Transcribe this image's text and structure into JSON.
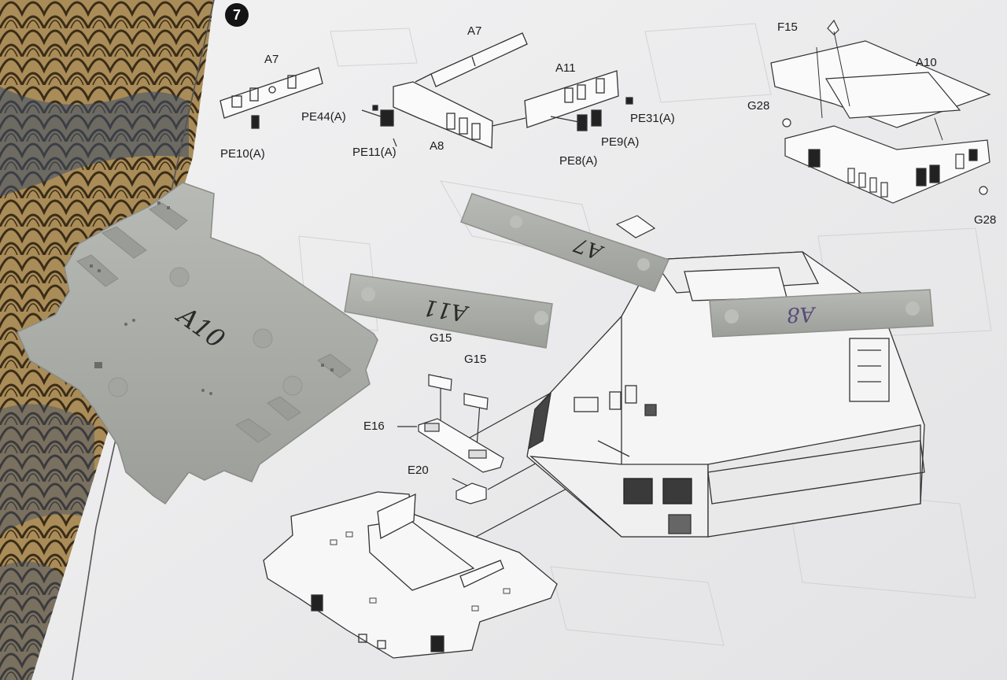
{
  "step_number": "7",
  "callouts": {
    "a7_top": "A7",
    "a7_left": "A7",
    "a11": "A11",
    "a10": "A10",
    "f15": "F15",
    "g28_left": "G28",
    "g28_right": "G28",
    "pe44": "PE44(A)",
    "pe10": "PE10(A)",
    "pe11": "PE11(A)",
    "a8": "A8",
    "pe31": "PE31(A)",
    "pe9": "PE9(A)",
    "pe8": "PE8(A)",
    "g15_left": "G15",
    "g15_right": "G15",
    "e16": "E16",
    "e20": "E20"
  },
  "handwritten": {
    "plate": "A10",
    "strip_left": "A11",
    "strip_top": "A7",
    "strip_right": "A8"
  },
  "colors": {
    "paper": "#eeeeef",
    "plastic": "#a9aba6",
    "linework": "#333333",
    "fabric": "#a98c57"
  }
}
